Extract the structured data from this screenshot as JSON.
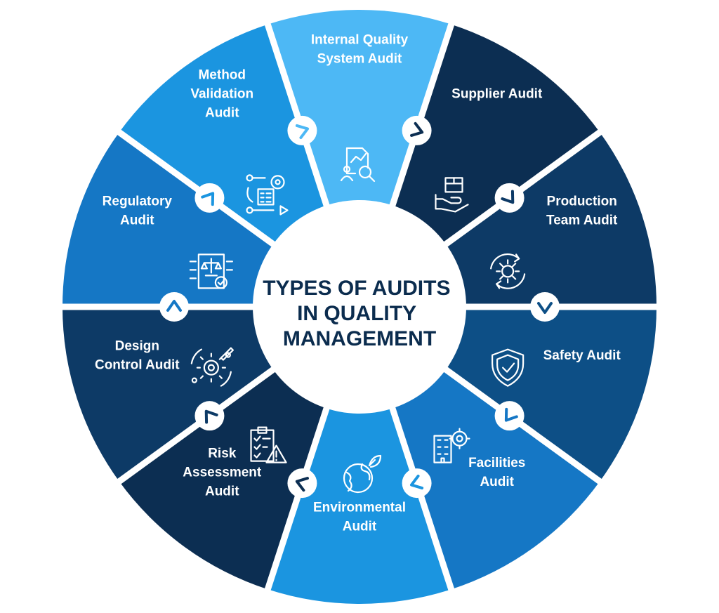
{
  "center_title": [
    "TYPES OF AUDITS",
    "IN QUALITY",
    "MANAGEMENT"
  ],
  "colors": {
    "navy": "#0c2e52",
    "dark_blue": "#0d4f86",
    "mid_blue": "#1577c5",
    "bright_blue": "#1b95e0",
    "light_blue": "#4db8f5",
    "separator": "#ffffff",
    "center_text": "#0b2c4e"
  },
  "segments": [
    {
      "name": "internal-quality-system-audit",
      "label": [
        "Internal Quality",
        "System Audit"
      ],
      "color": "#4db8f5",
      "icon": "document-chart-search-icon"
    },
    {
      "name": "supplier-audit",
      "label": [
        "Supplier Audit"
      ],
      "color": "#0c2e52",
      "icon": "hand-box-icon"
    },
    {
      "name": "production-team-audit",
      "label": [
        "Production",
        "Team Audit"
      ],
      "color": "#0d3a66",
      "icon": "gear-cycle-icon"
    },
    {
      "name": "safety-audit",
      "label": [
        "Safety Audit"
      ],
      "color": "#0d4f86",
      "icon": "shield-check-icon"
    },
    {
      "name": "facilities-audit",
      "label": [
        "Facilities",
        "Audit"
      ],
      "color": "#1577c5",
      "icon": "building-gear-icon"
    },
    {
      "name": "environmental-audit",
      "label": [
        "Environmental",
        "Audit"
      ],
      "color": "#1b95e0",
      "icon": "globe-leaf-icon"
    },
    {
      "name": "risk-assessment-audit",
      "label": [
        "Risk",
        "Assessment",
        "Audit"
      ],
      "color": "#0c2e52",
      "icon": "clipboard-warning-icon"
    },
    {
      "name": "design-control-audit",
      "label": [
        "Design",
        "Control Audit"
      ],
      "color": "#0d3a66",
      "icon": "gear-pen-icon"
    },
    {
      "name": "regulatory-audit",
      "label": [
        "Regulatory",
        "Audit"
      ],
      "color": "#1577c5",
      "icon": "law-document-icon"
    },
    {
      "name": "method-validation-audit",
      "label": [
        "Method",
        "Validation",
        "Audit"
      ],
      "color": "#1b95e0",
      "icon": "flow-checklist-icon"
    }
  ]
}
